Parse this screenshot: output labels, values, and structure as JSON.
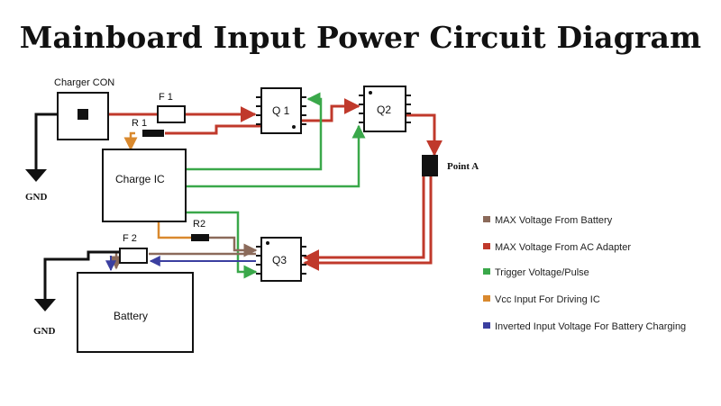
{
  "title": "Mainboard Input Power Circuit Diagram",
  "components": {
    "charger_con": "Charger CON",
    "fuse1": "F 1",
    "resistor1": "R 1",
    "q1": "Q 1",
    "q2": "Q2",
    "q3": "Q3",
    "charge_ic": "Charge IC",
    "resistor2": "R2",
    "fuse2": "F 2",
    "battery": "Battery",
    "point_a": "Point A",
    "gnd_top": "GND",
    "gnd_bottom": "GND"
  },
  "colors": {
    "battery_voltage": "#8b6a5a",
    "ac_adapter": "#c0392b",
    "trigger": "#3aa84a",
    "vcc": "#d9892e",
    "inverted": "#3b3fa0"
  },
  "legend": [
    {
      "label": "MAX Voltage From Battery",
      "color": "#8b6a5a"
    },
    {
      "label": "MAX Voltage From AC Adapter",
      "color": "#c0392b"
    },
    {
      "label": "Trigger Voltage/Pulse",
      "color": "#3aa84a"
    },
    {
      "label": "Vcc Input For Driving IC",
      "color": "#d9892e"
    },
    {
      "label": "Inverted Input Voltage For Battery Charging",
      "color": "#3b3fa0"
    }
  ]
}
